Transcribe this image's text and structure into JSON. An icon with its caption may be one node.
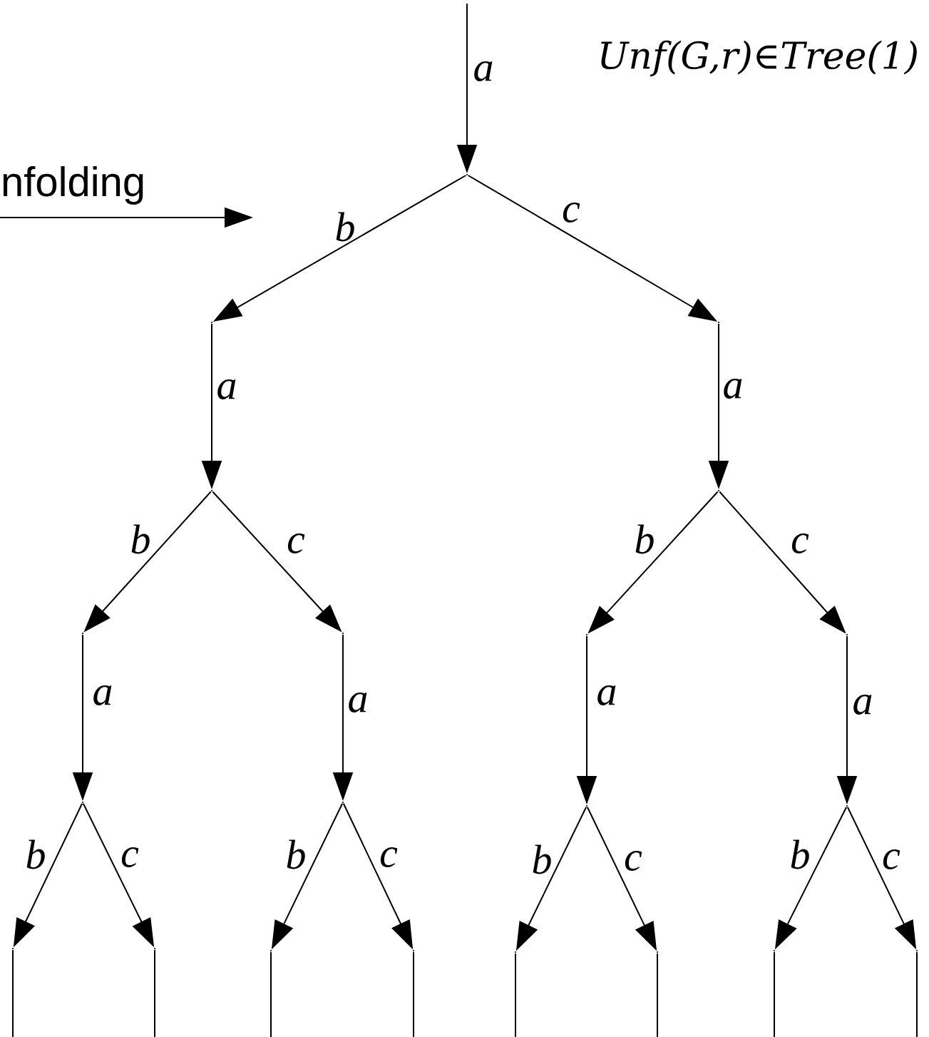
{
  "diagram": {
    "nodes": [
      {
        "text": [],
        "shape": "point"
      },
      {
        "text": [],
        "shape": "point"
      },
      {
        "text": [],
        "shape": "point"
      },
      {
        "text": [],
        "shape": "point"
      },
      {
        "text": [],
        "shape": "point"
      },
      {
        "text": [],
        "shape": "point"
      },
      {
        "text": [],
        "shape": "point"
      },
      {
        "text": [],
        "shape": "point"
      },
      {
        "text": [],
        "shape": "point"
      },
      {
        "text": [],
        "shape": "point"
      },
      {
        "text": [],
        "shape": "point"
      },
      {
        "text": [],
        "shape": "point"
      },
      {
        "text": [],
        "shape": "point"
      },
      {
        "text": [],
        "shape": "point"
      },
      {
        "text": [],
        "shape": "point"
      },
      {
        "text": [],
        "shape": "point"
      },
      {
        "text": [],
        "shape": "point"
      },
      {
        "text": [],
        "shape": "point"
      },
      {
        "text": [],
        "shape": "point"
      },
      {
        "text": [],
        "shape": "point"
      },
      {
        "text": [],
        "shape": "point"
      }
    ],
    "edges": [
      {
        "from": null,
        "to": 0,
        "arrow": "to",
        "label": "a"
      },
      {
        "from": 0,
        "to": 1,
        "arrow": "to",
        "label": "b"
      },
      {
        "from": 0,
        "to": 2,
        "arrow": "to",
        "label": "c"
      },
      {
        "from": 1,
        "to": 3,
        "arrow": "to",
        "label": "a"
      },
      {
        "from": 2,
        "to": 4,
        "arrow": "to",
        "label": "a"
      },
      {
        "from": 3,
        "to": 5,
        "arrow": "to",
        "label": "b"
      },
      {
        "from": 3,
        "to": 6,
        "arrow": "to",
        "label": "c"
      },
      {
        "from": 4,
        "to": 7,
        "arrow": "to",
        "label": "b"
      },
      {
        "from": 4,
        "to": 8,
        "arrow": "to",
        "label": "c"
      },
      {
        "from": 5,
        "to": 9,
        "arrow": "to",
        "label": "a"
      },
      {
        "from": 6,
        "to": 10,
        "arrow": "to",
        "label": "a"
      },
      {
        "from": 7,
        "to": 11,
        "arrow": "to",
        "label": "a"
      },
      {
        "from": 8,
        "to": 12,
        "arrow": "to",
        "label": "a"
      },
      {
        "from": 9,
        "to": 13,
        "arrow": "to",
        "label": "b"
      },
      {
        "from": 9,
        "to": 14,
        "arrow": "to",
        "label": "c"
      },
      {
        "from": 10,
        "to": 15,
        "arrow": "to",
        "label": "b"
      },
      {
        "from": 10,
        "to": 16,
        "arrow": "to",
        "label": "c"
      },
      {
        "from": 11,
        "to": 17,
        "arrow": "to",
        "label": "b"
      },
      {
        "from": 11,
        "to": 18,
        "arrow": "to",
        "label": "c"
      },
      {
        "from": 12,
        "to": 19,
        "arrow": "to",
        "label": "b"
      },
      {
        "from": 12,
        "to": 20,
        "arrow": "to",
        "label": "c"
      },
      {
        "from": 13,
        "to": null,
        "arrow": "none"
      },
      {
        "from": 14,
        "to": null,
        "arrow": "none"
      },
      {
        "from": 15,
        "to": null,
        "arrow": "none"
      },
      {
        "from": 16,
        "to": null,
        "arrow": "none"
      },
      {
        "from": 17,
        "to": null,
        "arrow": "none"
      },
      {
        "from": 18,
        "to": null,
        "arrow": "none"
      },
      {
        "from": 19,
        "to": null,
        "arrow": "none"
      },
      {
        "from": 20,
        "to": null,
        "arrow": "none"
      }
    ],
    "labels": [
      "Unf(G,r)∈Tree(1)",
      "nfolding"
    ]
  }
}
